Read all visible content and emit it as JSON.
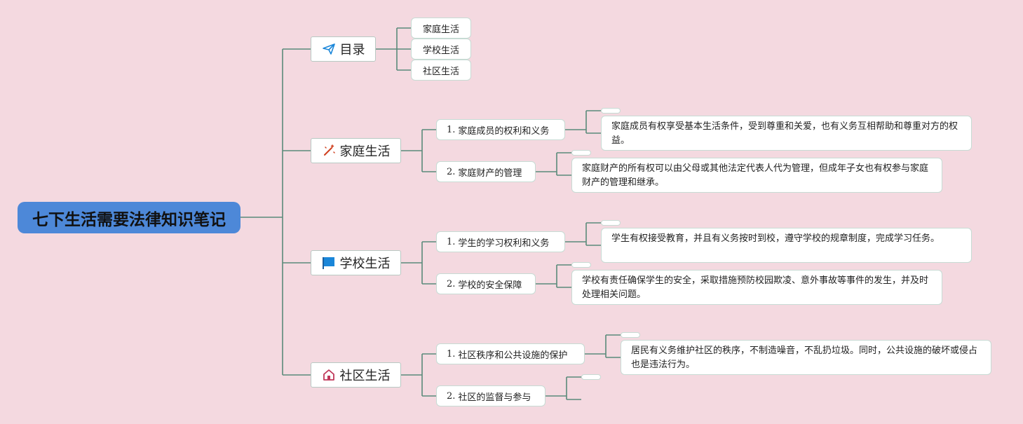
{
  "root": {
    "title": "七下生活需要法律知识笔记"
  },
  "branches": {
    "toc": {
      "label": "目录",
      "icon": "paper-plane-icon",
      "items": [
        "家庭生活",
        "学校生活",
        "社区生活"
      ]
    },
    "family": {
      "label": "家庭生活",
      "icon": "magic-wand-icon",
      "subs": [
        {
          "num": "1.",
          "text": "家庭成员的权利和义务",
          "detail": "家庭成员有权享受基本生活条件，受到尊重和关爱，也有义务互相帮助和尊重对方的权益。"
        },
        {
          "num": "2.",
          "text": "家庭财产的管理",
          "detail": "家庭财产的所有权可以由父母或其他法定代表人代为管理，但成年子女也有权参与家庭财产的管理和继承。"
        }
      ]
    },
    "school": {
      "label": "学校生活",
      "icon": "flag-icon",
      "subs": [
        {
          "num": "1.",
          "text": "学生的学习权利和义务",
          "detail": "学生有权接受教育，并且有义务按时到校，遵守学校的规章制度，完成学习任务。"
        },
        {
          "num": "2.",
          "text": "学校的安全保障",
          "detail": "学校有责任确保学生的安全，采取措施预防校园欺凌、意外事故等事件的发生，并及时处理相关问题。"
        }
      ]
    },
    "community": {
      "label": "社区生活",
      "icon": "home-icon",
      "subs": [
        {
          "num": "1.",
          "text": "社区秩序和公共设施的保护",
          "detail": "居民有义务维护社区的秩序，不制造噪音，不乱扔垃圾。同时，公共设施的破坏或侵占也是违法行为。"
        },
        {
          "num": "2.",
          "text": "社区的监督与参与"
        }
      ]
    }
  },
  "colors": {
    "background": "#f4d9e0",
    "root_fill": "#4d88d8",
    "connector": "#5a8a7a",
    "node_fill": "#ffffff",
    "flag": "#1a86d9",
    "wand": "#d04020",
    "home": "#c0385a",
    "plane": "#1a86d9"
  }
}
